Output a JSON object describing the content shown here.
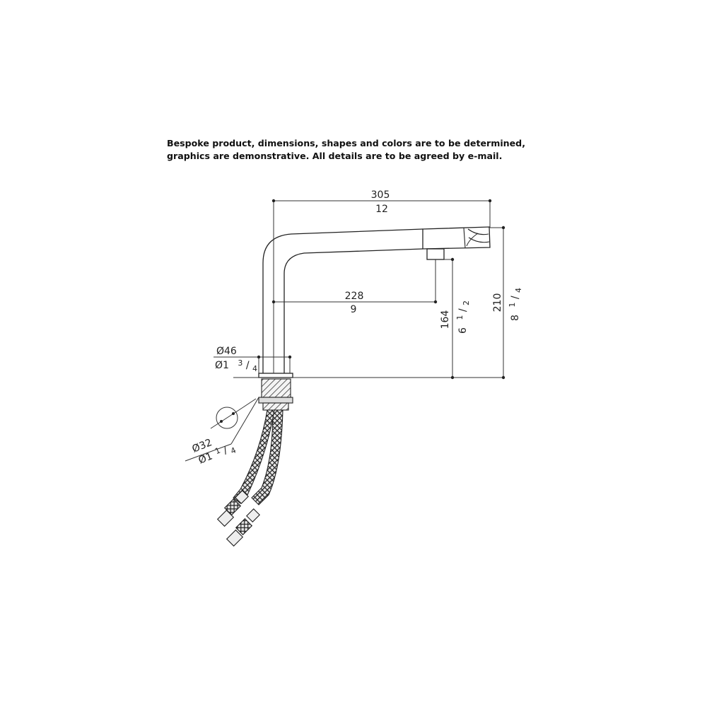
{
  "note": {
    "line1": "Bespoke product, dimensions, shapes and colors are to be determined,",
    "line2": "graphics are demonstrative. All details are to be agreed by e-mail."
  },
  "dimensions": {
    "overall_width": {
      "mm": "305",
      "in": "12"
    },
    "spout_reach": {
      "mm": "228",
      "in": "9"
    },
    "spout_height": {
      "mm": "164",
      "in_whole": "6",
      "in_num": "1",
      "in_den": "2"
    },
    "overall_height": {
      "mm": "210",
      "in_whole": "8",
      "in_num": "1",
      "in_den": "4"
    },
    "base_diameter": {
      "mm": "Ø46",
      "in_prefix": "Ø1",
      "in_num": "3",
      "in_den": "4"
    },
    "hole_diameter": {
      "mm": "Ø32",
      "in_prefix": "Ø1",
      "in_num": "1",
      "in_den": "4"
    }
  },
  "colors": {
    "line": "#222222",
    "background": "#ffffff"
  }
}
